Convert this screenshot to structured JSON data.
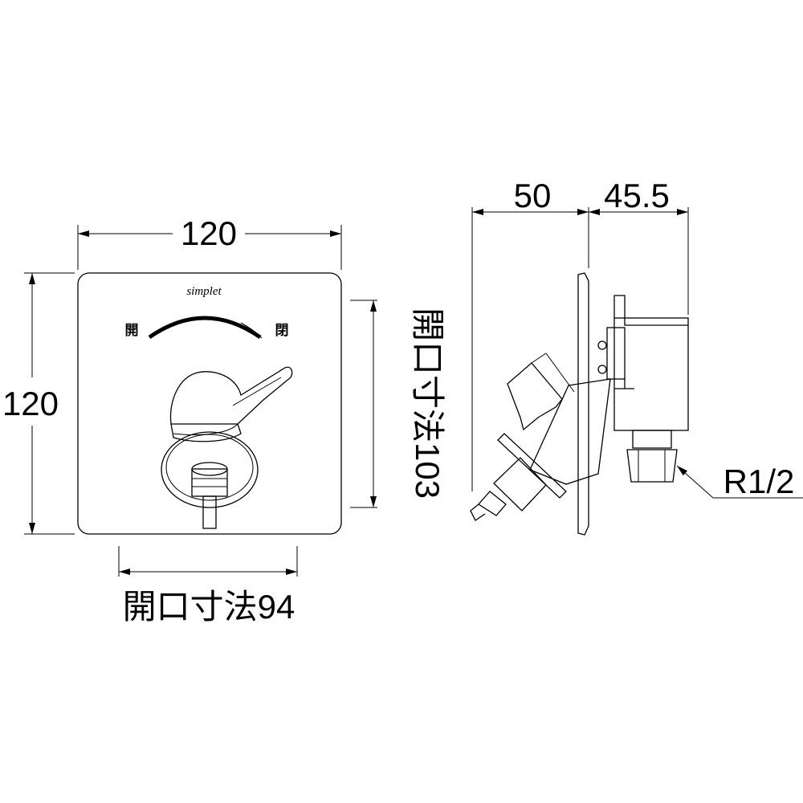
{
  "front_view": {
    "brand": "simplet",
    "label_open": "開",
    "label_close": "閉",
    "dim_width": "120",
    "dim_height": "120",
    "dim_opening_height": "開口寸法103",
    "dim_opening_width": "開口寸法94"
  },
  "side_view": {
    "dim_depth_front": "50",
    "dim_depth_back": "45.5",
    "thread_label": "R1/2"
  }
}
